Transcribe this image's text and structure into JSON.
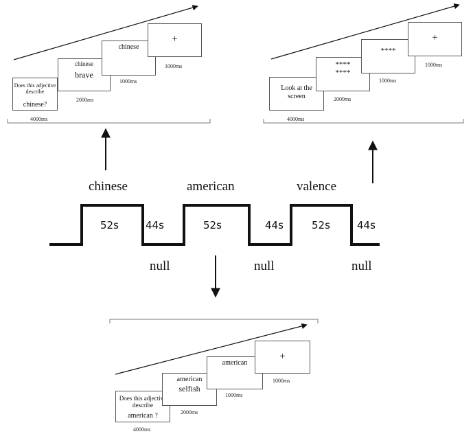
{
  "panel_top_left": {
    "boxes": [
      {
        "text": "Does this adjective describe",
        "text2": "chinese?",
        "time": "4000ms"
      },
      {
        "text": "chinese",
        "text2": "brave",
        "time": "2000ms"
      },
      {
        "text": "chinese",
        "time": "1000ms"
      },
      {
        "text": "+",
        "time": "1000ms"
      }
    ]
  },
  "panel_top_right": {
    "boxes": [
      {
        "text": "Look at the screen",
        "time": "4000ms"
      },
      {
        "text": "****",
        "text2": "****",
        "time": "2000ms"
      },
      {
        "text": "****",
        "time": "1000ms"
      },
      {
        "text": "+",
        "time": "1000ms"
      }
    ]
  },
  "panel_bottom": {
    "boxes": [
      {
        "text": "Does this adjective describe",
        "text2": "american ?",
        "time": "4000ms"
      },
      {
        "text": "american",
        "text2": "selfish",
        "time": "2000ms"
      },
      {
        "text": "american",
        "time": "1000ms"
      },
      {
        "text": "+",
        "time": "1000ms"
      }
    ]
  },
  "blocks": [
    {
      "label": "chinese",
      "duration": "52s"
    },
    {
      "label": "american",
      "duration": "52s"
    },
    {
      "label": "valence",
      "duration": "52s"
    }
  ],
  "rests": [
    {
      "label": "null",
      "duration": "44s"
    },
    {
      "label": "null",
      "duration": "44s"
    },
    {
      "label": "null",
      "duration": "44s"
    }
  ]
}
